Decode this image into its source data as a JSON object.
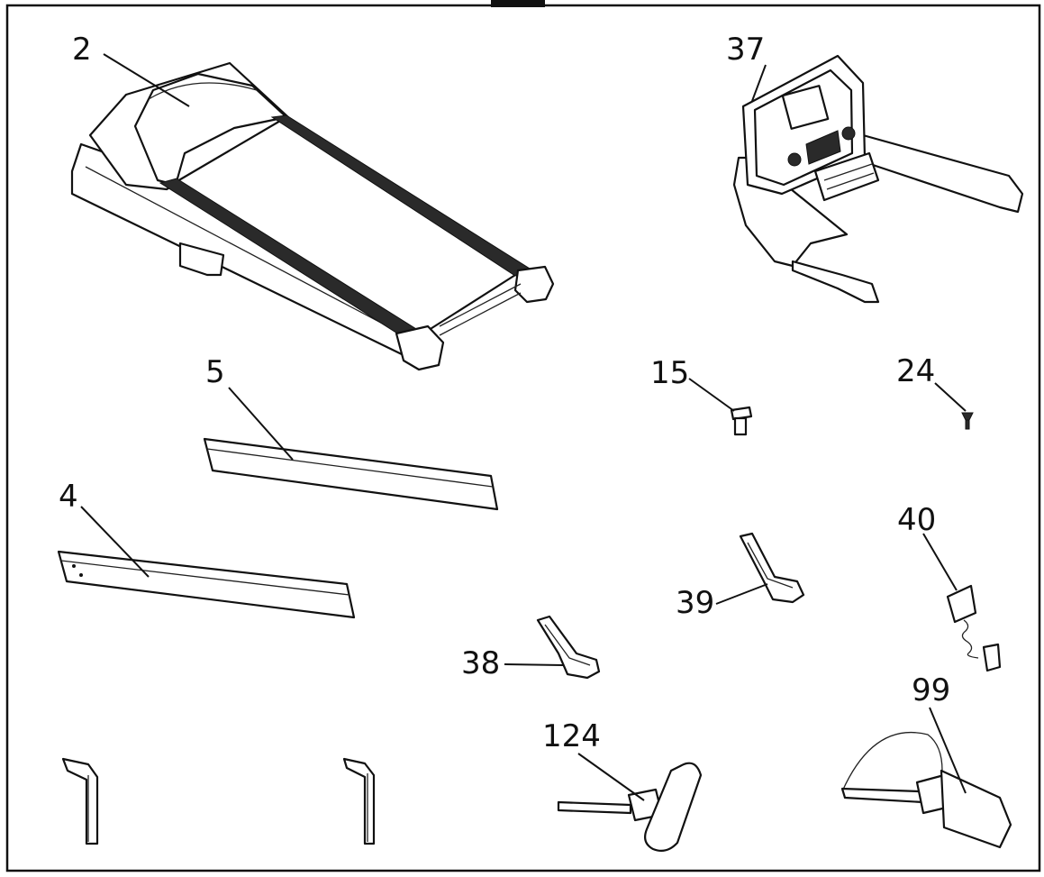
{
  "labels": {
    "deck": "2",
    "console": "37",
    "bolt_15": "15",
    "screw_24": "24",
    "bar_5": "5",
    "bar_4": "4",
    "bracket_39": "39",
    "safety_key": "40",
    "bracket_38": "38",
    "lubricant": "99",
    "t_wrench": "124"
  }
}
